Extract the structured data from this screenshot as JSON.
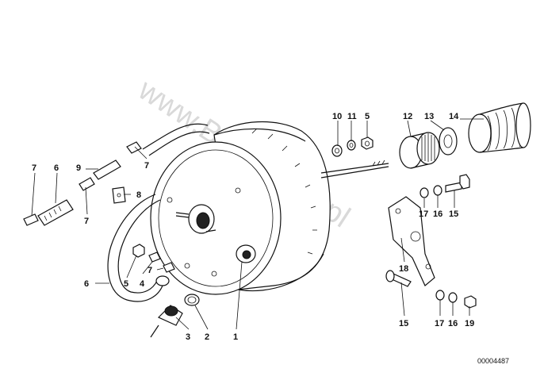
{
  "watermark": "www.BMWstore.pl",
  "diagram_number": "00004487",
  "callouts": [
    {
      "id": "c10",
      "text": "10"
    },
    {
      "id": "c11",
      "text": "11"
    },
    {
      "id": "c5a",
      "text": "5"
    },
    {
      "id": "c12",
      "text": "12"
    },
    {
      "id": "c13",
      "text": "13"
    },
    {
      "id": "c14",
      "text": "14"
    },
    {
      "id": "c7a",
      "text": "7"
    },
    {
      "id": "c6a",
      "text": "6"
    },
    {
      "id": "c9",
      "text": "9"
    },
    {
      "id": "c7b",
      "text": "7"
    },
    {
      "id": "c8",
      "text": "8"
    },
    {
      "id": "c7c",
      "text": "7"
    },
    {
      "id": "c17a",
      "text": "17"
    },
    {
      "id": "c16a",
      "text": "16"
    },
    {
      "id": "c15a",
      "text": "15"
    },
    {
      "id": "c18",
      "text": "18"
    },
    {
      "id": "c5b",
      "text": "5"
    },
    {
      "id": "c4",
      "text": "4"
    },
    {
      "id": "c7d",
      "text": "7"
    },
    {
      "id": "c6b",
      "text": "6"
    },
    {
      "id": "c3",
      "text": "3"
    },
    {
      "id": "c2",
      "text": "2"
    },
    {
      "id": "c1",
      "text": "1"
    },
    {
      "id": "c15b",
      "text": "15"
    },
    {
      "id": "c17b",
      "text": "17"
    },
    {
      "id": "c16b",
      "text": "16"
    },
    {
      "id": "c19",
      "text": "19"
    }
  ]
}
